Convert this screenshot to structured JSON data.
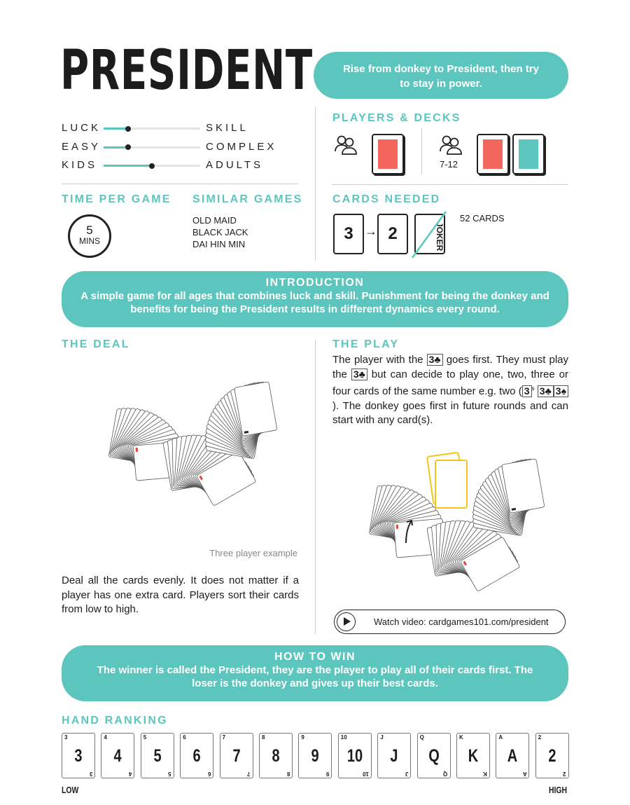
{
  "title": "PRESIDENT",
  "tagline": "Rise from donkey to President, then try to stay in power.",
  "sliders": [
    {
      "left": "LUCK",
      "right": "SKILL",
      "value": 0.25
    },
    {
      "left": "EASY",
      "right": "COMPLEX",
      "value": 0.25
    },
    {
      "left": "KIDS",
      "right": "ADULTS",
      "value": 0.5
    }
  ],
  "time": {
    "heading": "TIME PER GAME",
    "value": "5",
    "unit": "MINS"
  },
  "similar": {
    "heading": "SIMILAR GAMES",
    "items": [
      "OLD MAID",
      "BLACK JACK",
      "DAI HIN MIN"
    ]
  },
  "players": {
    "heading": "PLAYERS & DECKS",
    "range2": "7-12",
    "deck_colors": [
      "#f2665e",
      "#5cc6be"
    ]
  },
  "cards_needed": {
    "heading": "CARDS NEEDED",
    "from": "3",
    "to": "2",
    "excluded": "JOKER",
    "count": "52 CARDS"
  },
  "intro": {
    "heading": "INTRODUCTION",
    "text": "A simple game for all ages that combines luck and skill. Punishment for being the donkey and benefits for being the President results in different dynamics every round."
  },
  "deal": {
    "heading": "THE DEAL",
    "caption": "Three player example",
    "text": "Deal all the cards evenly. It does not matter if a player has one extra card. Players sort their cards from low to high."
  },
  "play": {
    "heading": "THE PLAY",
    "t1": "The player with the",
    "c1": "3♣",
    "t2": "goes first. They must play the",
    "c2": "3♣",
    "t3": "but can decide to play one, two, three or four cards of the same number e.g. two (",
    "c3": "3",
    "c3s": "s",
    "c4": "3♣",
    "c5": "3♠",
    "t4": "). The donkey goes first in future rounds and can start with any card(s).",
    "video": "Watch video: cardgames101.com/president"
  },
  "win": {
    "heading": "HOW TO WIN",
    "text": "The winner is called the President, they are the player to play all of their cards first. The loser is the donkey and gives up their best cards."
  },
  "ranking": {
    "heading": "HAND RANKING",
    "cards": [
      "3",
      "4",
      "5",
      "6",
      "7",
      "8",
      "9",
      "10",
      "J",
      "Q",
      "K",
      "A",
      "2"
    ],
    "low": "LOW",
    "high": "HIGH"
  },
  "colors": {
    "accent": "#5cc6be",
    "red": "#f2665e",
    "gold": "#f5c518"
  }
}
